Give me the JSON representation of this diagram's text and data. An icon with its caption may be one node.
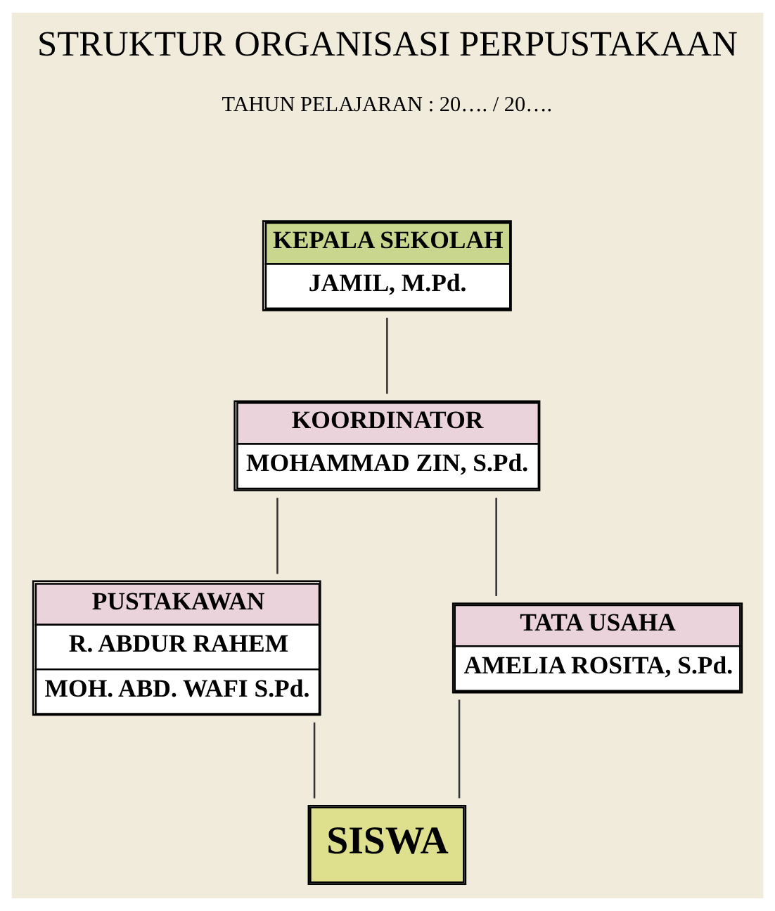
{
  "diagram": {
    "title": "STRUKTUR ORGANISASI PERPUSTAKAAN",
    "nodes": [
      {
        "text": [
          "KEPALA SEKOLAH",
          "JAMIL, M.Pd."
        ]
      },
      {
        "text": [
          "KOORDINATOR",
          "MOHAMMAD ZIN, S.Pd."
        ]
      },
      {
        "text": [
          "PUSTAKAWAN",
          "R. ABDUR RAHEM",
          "MOH. ABD. WAFI S.Pd."
        ]
      },
      {
        "text": [
          "TATA USAHA",
          "AMELIA ROSITA, S.Pd."
        ]
      },
      {
        "text": [
          "SISWA"
        ]
      }
    ],
    "edges": [
      {
        "from": 0,
        "to": 1,
        "arrow": "none"
      },
      {
        "from": 1,
        "to": 2,
        "arrow": "none"
      },
      {
        "from": 1,
        "to": 3,
        "arrow": "none"
      },
      {
        "from": 2,
        "to": 4,
        "arrow": "none"
      },
      {
        "from": 3,
        "to": 4,
        "arrow": "none"
      }
    ],
    "labels": [
      "TAHUN PELAJARAN : 20…. / 20…."
    ]
  }
}
